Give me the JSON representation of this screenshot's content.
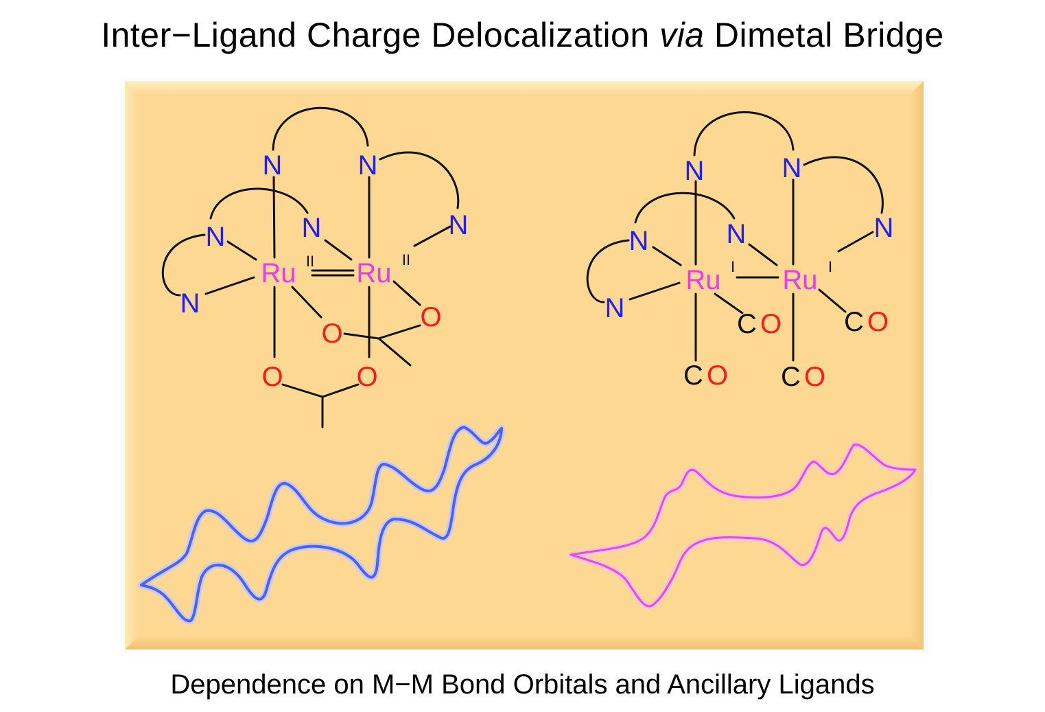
{
  "header": {
    "title_part1": "Inter−Ligand Charge Delocalization ",
    "title_italic": "via",
    "title_part2": " Dimetal Bridge"
  },
  "caption": "Dependence on M−M Bond Orbitals and Ancillary Ligands",
  "left_structure": {
    "n_atom": "N",
    "o_atom": "O",
    "metal": "Ru",
    "oxidation_state": "II"
  },
  "right_structure": {
    "n_atom": "N",
    "metal": "Ru",
    "oxidation_state": "I",
    "carbonyl_c": "C",
    "carbonyl_o": "O"
  },
  "colors": {
    "panel_fill": "#fdd892",
    "nitrogen": "#1e1eff",
    "oxygen": "#ff1a1a",
    "ruthenium": "#e83ce8",
    "bond": "#111111",
    "cv_left": "#4f5ff0",
    "cv_right": "#e84ad6"
  }
}
